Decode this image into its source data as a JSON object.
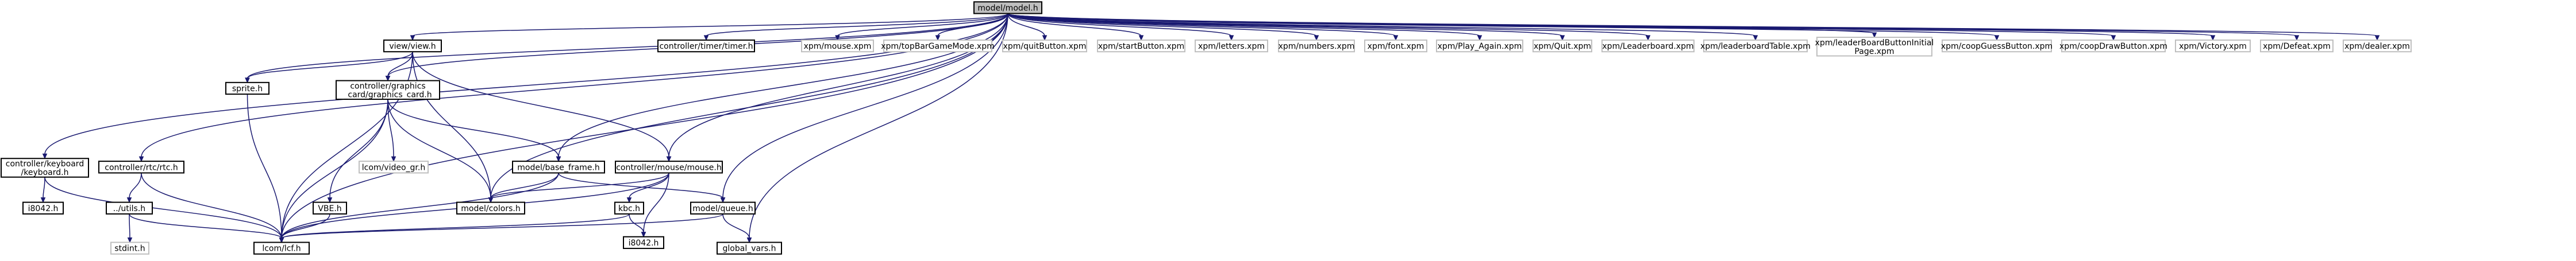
{
  "graph": {
    "nodes": [
      {
        "id": "model",
        "lines": [
          "model/model.h"
        ],
        "kind": "root",
        "icon": "include-graph-root"
      },
      {
        "id": "keyboard",
        "lines": [
          "controller/keyboard",
          "/keyboard.h"
        ],
        "kind": "normal"
      },
      {
        "id": "rtc",
        "lines": [
          "controller/rtc/rtc.h"
        ],
        "kind": "normal"
      },
      {
        "id": "sprite",
        "lines": [
          "sprite.h"
        ],
        "kind": "normal"
      },
      {
        "id": "view",
        "lines": [
          "view/view.h"
        ],
        "kind": "normal"
      },
      {
        "id": "graphics",
        "lines": [
          "controller/graphics",
          "_card/graphics_card.h"
        ],
        "kind": "normal"
      },
      {
        "id": "timer",
        "lines": [
          "controller/timer/timer.h"
        ],
        "kind": "normal"
      },
      {
        "id": "mouse",
        "lines": [
          "controller/mouse/mouse.h"
        ],
        "kind": "normal"
      },
      {
        "id": "baseframe",
        "lines": [
          "model/base_frame.h"
        ],
        "kind": "normal"
      },
      {
        "id": "queue",
        "lines": [
          "model/queue.h"
        ],
        "kind": "normal"
      },
      {
        "id": "colors",
        "lines": [
          "model/colors.h"
        ],
        "kind": "normal"
      },
      {
        "id": "utils",
        "lines": [
          "../utils.h"
        ],
        "kind": "normal"
      },
      {
        "id": "i8042a",
        "lines": [
          "i8042.h"
        ],
        "kind": "normal"
      },
      {
        "id": "i8042b",
        "lines": [
          "i8042.h"
        ],
        "kind": "normal"
      },
      {
        "id": "kbc",
        "lines": [
          "kbc.h"
        ],
        "kind": "normal"
      },
      {
        "id": "vbe",
        "lines": [
          "VBE.h"
        ],
        "kind": "normal"
      },
      {
        "id": "lcomvideo",
        "lines": [
          "lcom/video_gr.h"
        ],
        "kind": "missing"
      },
      {
        "id": "stdint",
        "lines": [
          "stdint.h"
        ],
        "kind": "missing"
      },
      {
        "id": "lcf",
        "lines": [
          "lcom/lcf.h"
        ],
        "kind": "normal"
      },
      {
        "id": "globalvars",
        "lines": [
          "global_vars.h"
        ],
        "kind": "normal"
      },
      {
        "id": "x_mouse",
        "lines": [
          "xpm/mouse.xpm"
        ],
        "kind": "missing"
      },
      {
        "id": "x_topbar",
        "lines": [
          "xpm/topBarGameMode.xpm"
        ],
        "kind": "missing"
      },
      {
        "id": "x_quit_btn",
        "lines": [
          "xpm/quitButton.xpm"
        ],
        "kind": "missing"
      },
      {
        "id": "x_start",
        "lines": [
          "xpm/startButton.xpm"
        ],
        "kind": "missing"
      },
      {
        "id": "x_letters",
        "lines": [
          "xpm/letters.xpm"
        ],
        "kind": "missing"
      },
      {
        "id": "x_numbers",
        "lines": [
          "xpm/numbers.xpm"
        ],
        "kind": "missing"
      },
      {
        "id": "x_font",
        "lines": [
          "xpm/font.xpm"
        ],
        "kind": "missing"
      },
      {
        "id": "x_playagain",
        "lines": [
          "xpm/Play_Again.xpm"
        ],
        "kind": "missing"
      },
      {
        "id": "x_quit",
        "lines": [
          "xpm/Quit.xpm"
        ],
        "kind": "missing"
      },
      {
        "id": "x_leaderboard",
        "lines": [
          "xpm/Leaderboard.xpm"
        ],
        "kind": "missing"
      },
      {
        "id": "x_lbtable",
        "lines": [
          "xpm/leaderboardTable.xpm"
        ],
        "kind": "missing"
      },
      {
        "id": "x_lbinitial",
        "lines": [
          "xpm/leaderBoardButtonInitial",
          "Page.xpm"
        ],
        "kind": "missing"
      },
      {
        "id": "x_coopguess",
        "lines": [
          "xpm/coopGuessButton.xpm"
        ],
        "kind": "missing"
      },
      {
        "id": "x_coopdraw",
        "lines": [
          "xpm/coopDrawButton.xpm"
        ],
        "kind": "missing"
      },
      {
        "id": "x_victory",
        "lines": [
          "xpm/Victory.xpm"
        ],
        "kind": "missing"
      },
      {
        "id": "x_defeat",
        "lines": [
          "xpm/Defeat.xpm"
        ],
        "kind": "missing"
      },
      {
        "id": "x_dealer",
        "lines": [
          "xpm/dealer.xpm"
        ],
        "kind": "missing"
      }
    ],
    "edges": [
      [
        "model",
        "keyboard"
      ],
      [
        "model",
        "rtc"
      ],
      [
        "model",
        "sprite"
      ],
      [
        "model",
        "lcf"
      ],
      [
        "model",
        "view"
      ],
      [
        "model",
        "graphics"
      ],
      [
        "model",
        "colors"
      ],
      [
        "model",
        "baseframe"
      ],
      [
        "model",
        "timer"
      ],
      [
        "model",
        "mouse"
      ],
      [
        "model",
        "queue"
      ],
      [
        "model",
        "globalvars"
      ],
      [
        "model",
        "x_mouse"
      ],
      [
        "model",
        "x_topbar"
      ],
      [
        "model",
        "x_quit_btn"
      ],
      [
        "model",
        "x_start"
      ],
      [
        "model",
        "x_letters"
      ],
      [
        "model",
        "x_numbers"
      ],
      [
        "model",
        "x_font"
      ],
      [
        "model",
        "x_playagain"
      ],
      [
        "model",
        "x_quit"
      ],
      [
        "model",
        "x_leaderboard"
      ],
      [
        "model",
        "x_lbtable"
      ],
      [
        "model",
        "x_lbinitial"
      ],
      [
        "model",
        "x_coopguess"
      ],
      [
        "model",
        "x_coopdraw"
      ],
      [
        "model",
        "x_victory"
      ],
      [
        "model",
        "x_defeat"
      ],
      [
        "model",
        "x_dealer"
      ],
      [
        "keyboard",
        "i8042a"
      ],
      [
        "keyboard",
        "lcf"
      ],
      [
        "rtc",
        "utils"
      ],
      [
        "rtc",
        "lcf"
      ],
      [
        "utils",
        "stdint"
      ],
      [
        "utils",
        "lcf"
      ],
      [
        "sprite",
        "lcf"
      ],
      [
        "view",
        "sprite"
      ],
      [
        "view",
        "graphics"
      ],
      [
        "view",
        "lcf"
      ],
      [
        "view",
        "colors"
      ],
      [
        "view",
        "mouse"
      ],
      [
        "graphics",
        "lcomvideo"
      ],
      [
        "graphics",
        "vbe"
      ],
      [
        "graphics",
        "lcf"
      ],
      [
        "graphics",
        "colors"
      ],
      [
        "graphics",
        "baseframe"
      ],
      [
        "vbe",
        "lcf"
      ],
      [
        "baseframe",
        "colors"
      ],
      [
        "baseframe",
        "queue"
      ],
      [
        "baseframe",
        "lcf"
      ],
      [
        "mouse",
        "colors"
      ],
      [
        "mouse",
        "kbc"
      ],
      [
        "mouse",
        "i8042b"
      ],
      [
        "mouse",
        "lcf"
      ],
      [
        "kbc",
        "lcf"
      ],
      [
        "kbc",
        "i8042b"
      ],
      [
        "queue",
        "lcf"
      ],
      [
        "queue",
        "globalvars"
      ]
    ]
  }
}
